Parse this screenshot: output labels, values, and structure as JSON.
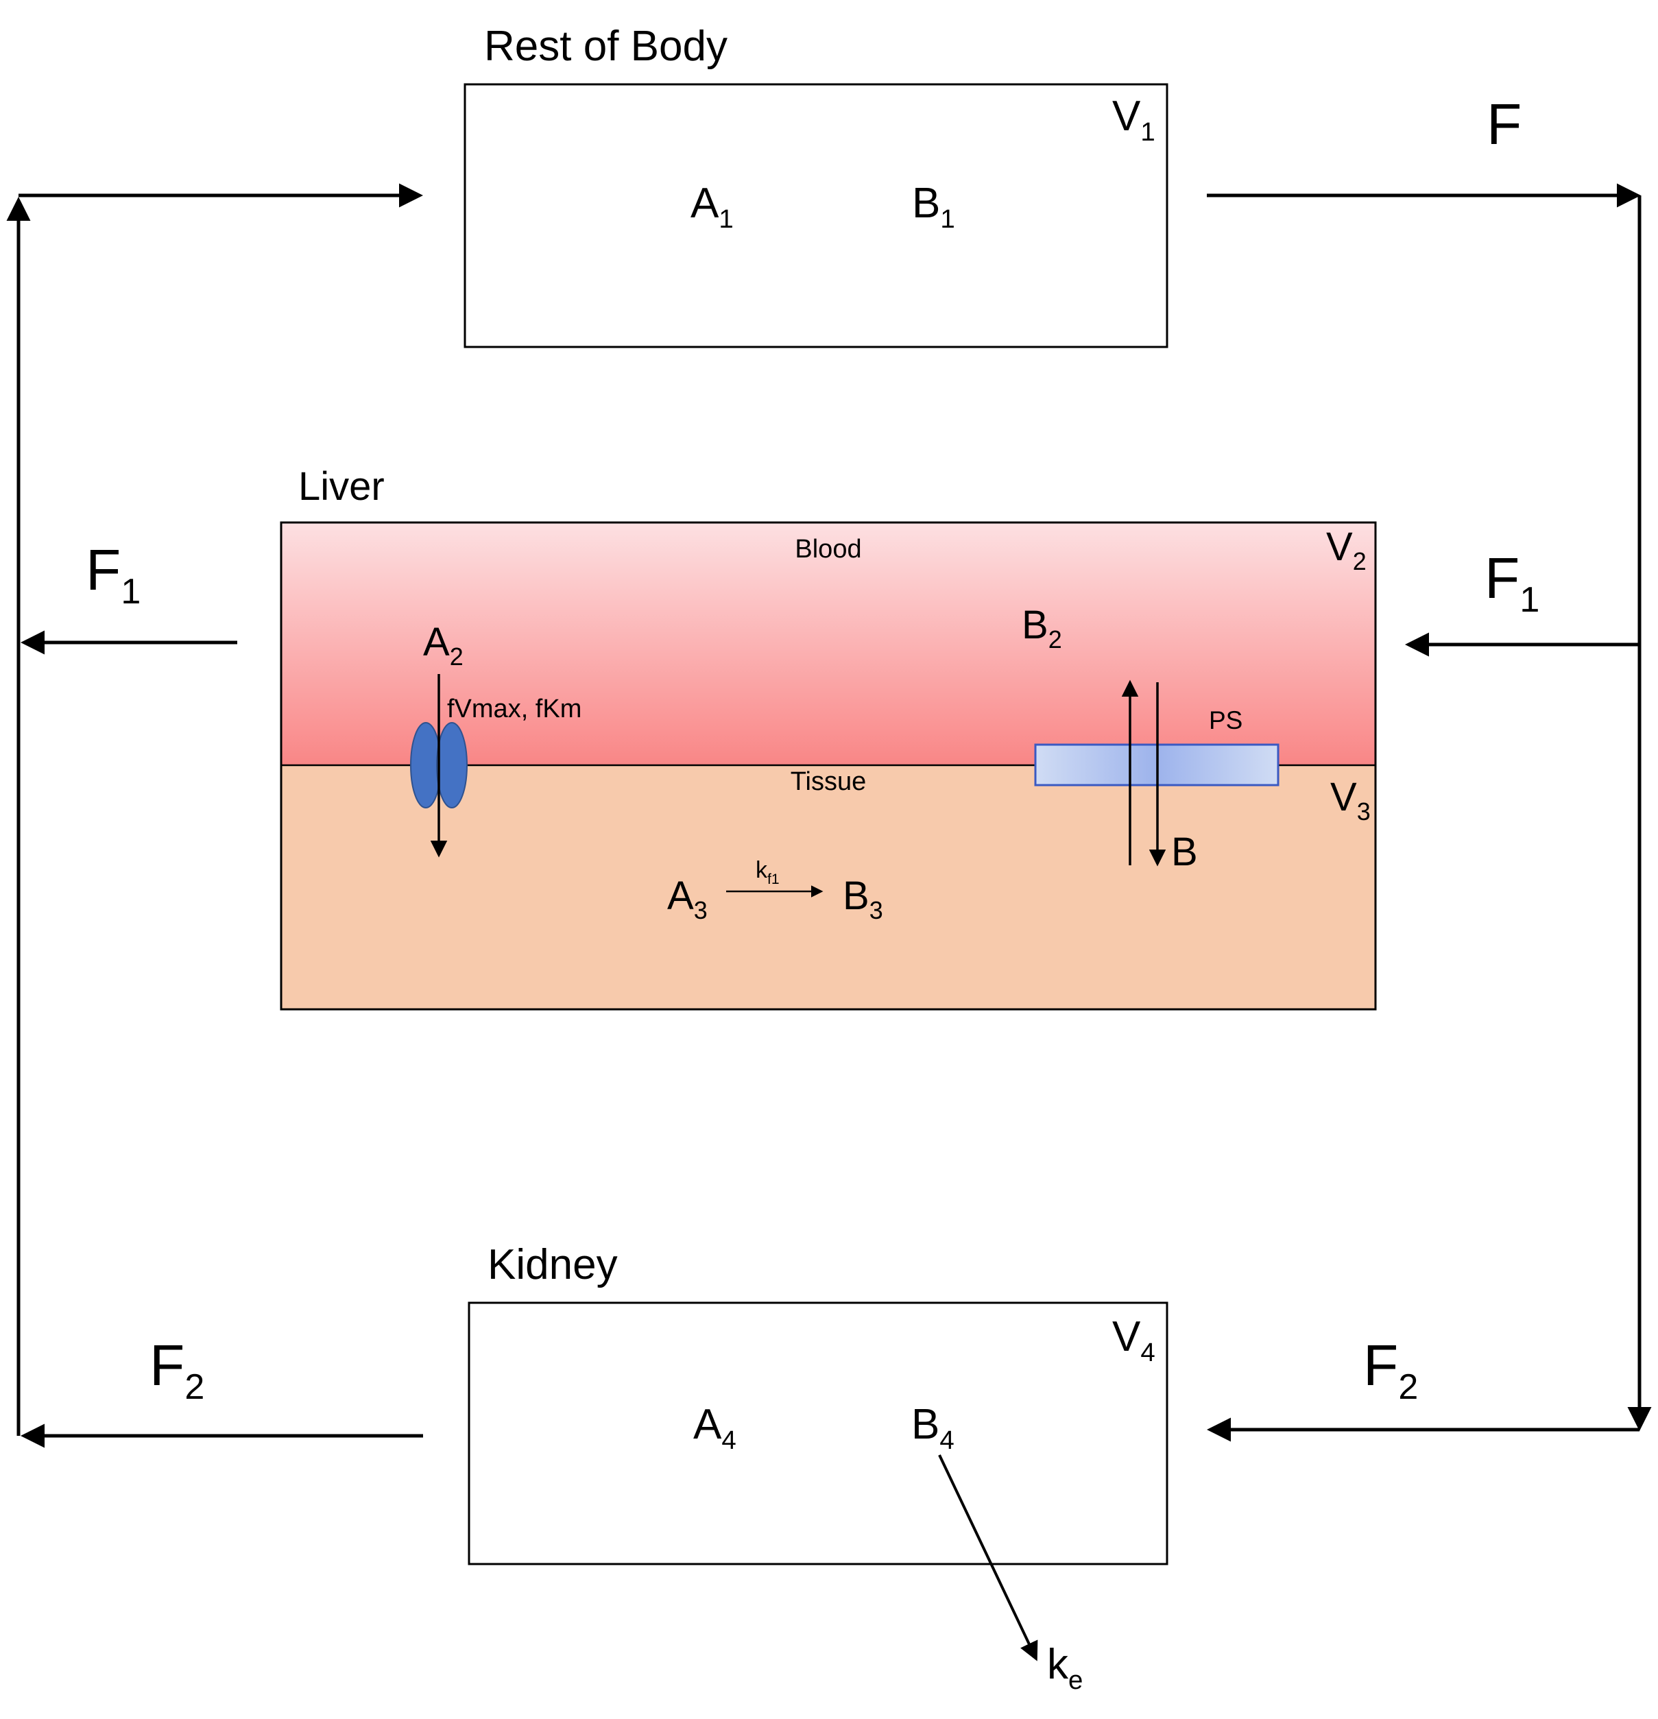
{
  "compartments": {
    "rest_of_body": {
      "title": "Rest of Body",
      "volume": {
        "base": "V",
        "sub": "1"
      },
      "species": [
        {
          "base": "A",
          "sub": "1"
        },
        {
          "base": "B",
          "sub": "1"
        }
      ]
    },
    "liver": {
      "title": "Liver",
      "blood_label": "Blood",
      "tissue_label": "Tissue",
      "blood_volume": {
        "base": "V",
        "sub": "2"
      },
      "tissue_volume": {
        "base": "V",
        "sub": "3"
      },
      "blood_species": [
        {
          "base": "A",
          "sub": "2"
        },
        {
          "base": "B",
          "sub": "2"
        }
      ],
      "tissue_species": [
        {
          "base": "A",
          "sub": "3"
        },
        {
          "base": "B",
          "sub": "3"
        }
      ],
      "transporter_label": "fVmax, fKm",
      "permeability_label": "PS",
      "diffusion_label": "B",
      "reaction_rate": {
        "base": "k",
        "sub": "f1"
      }
    },
    "kidney": {
      "title": "Kidney",
      "volume": {
        "base": "V",
        "sub": "4"
      },
      "species": [
        {
          "base": "A",
          "sub": "4"
        },
        {
          "base": "B",
          "sub": "4"
        }
      ],
      "elimination": {
        "base": "k",
        "sub": "e"
      }
    }
  },
  "flows": {
    "total": {
      "base": "F",
      "sub": ""
    },
    "liver_in": {
      "base": "F",
      "sub": "1"
    },
    "liver_out": {
      "base": "F",
      "sub": "1"
    },
    "kidney_in": {
      "base": "F",
      "sub": "2"
    },
    "kidney_out": {
      "base": "F",
      "sub": "2"
    }
  },
  "colors": {
    "blood_top": "#fde0e2",
    "blood_bottom": "#f98686",
    "tissue": "#f7caac",
    "transporter": "#4472c4",
    "membrane_edge": "#d0dcf4",
    "membrane_center": "#9db3ec",
    "membrane_border": "#3a59c2",
    "line": "#000000"
  }
}
